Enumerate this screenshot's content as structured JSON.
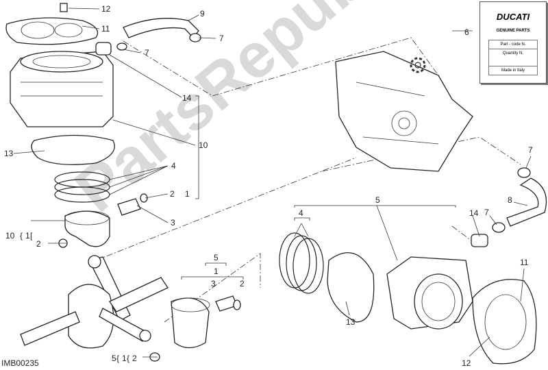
{
  "diagram_id": "IMB00235",
  "watermark": "PartsRepublik",
  "label_card": {
    "brand": "DUCATI",
    "subtitle": "GENUINE PARTS",
    "part_code": "Part - code N.",
    "quantity": "Quantity N.",
    "origin": "Made in Italy"
  },
  "callouts": {
    "c12a": "12",
    "c11a": "11",
    "c9": "9",
    "c7a": "7",
    "c7b": "7",
    "c14a": "14",
    "c6": "6",
    "c10a": "10",
    "c13a": "13",
    "c4a": "4",
    "c2a": "2",
    "c1a": "1",
    "c3a": "3",
    "c10b": "10",
    "c1b": "1",
    "c2b": "2",
    "c5a": "5",
    "c4b": "4",
    "c14b": "14",
    "c7c": "7",
    "c8": "8",
    "c7d": "7",
    "c11b": "11",
    "c12b": "12",
    "c13b": "13",
    "c5b": "5",
    "c1c": "1",
    "c3b": "3",
    "c2c": "2",
    "c5c": "5",
    "c1d": "1",
    "c2d": "2"
  }
}
